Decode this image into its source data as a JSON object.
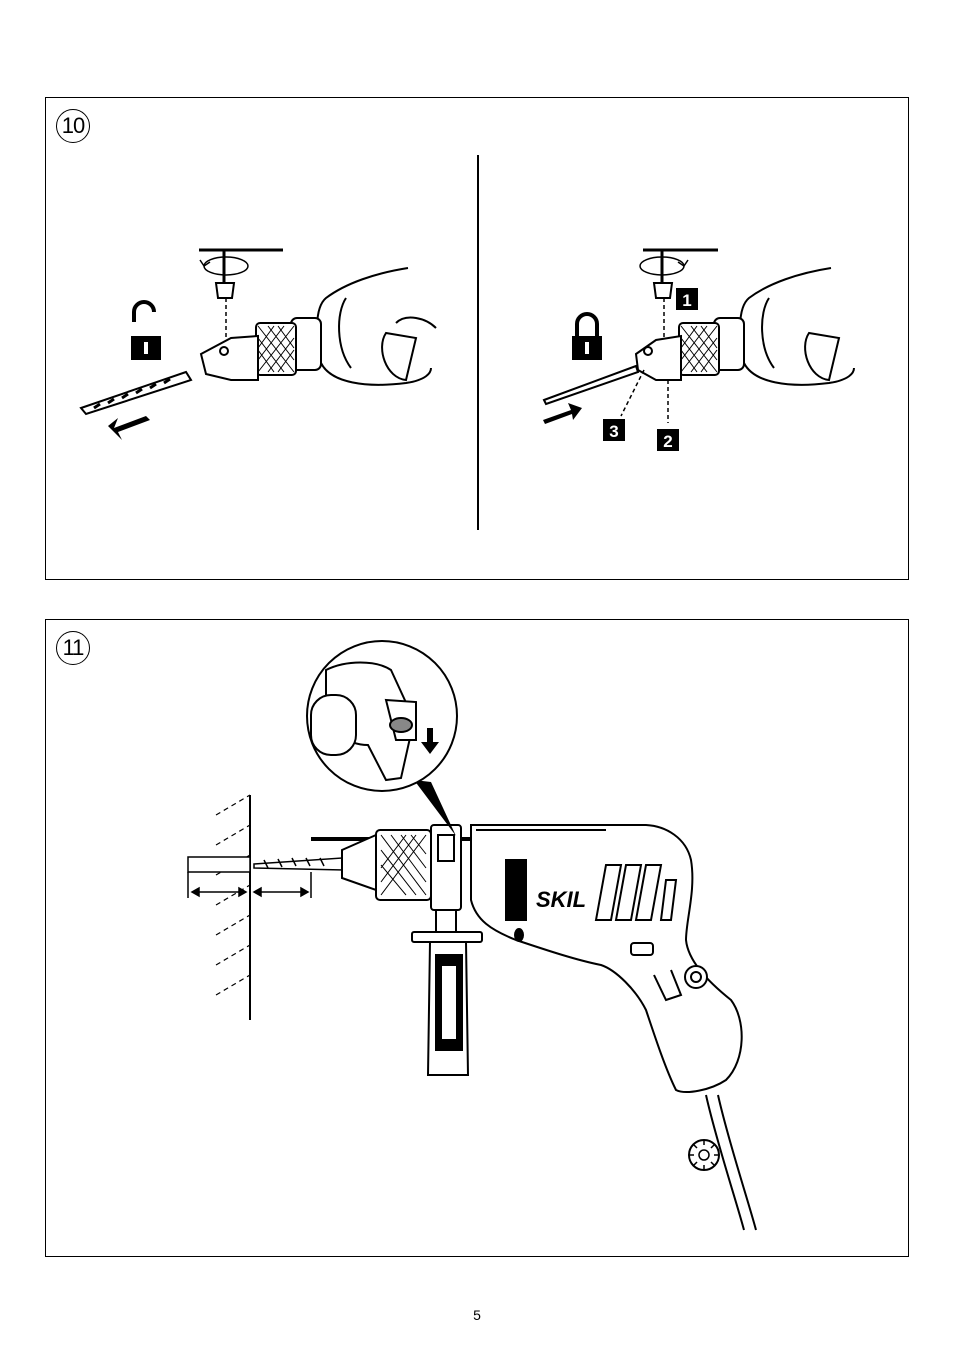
{
  "figures": [
    {
      "number": "10",
      "callouts": [
        "1",
        "2",
        "3"
      ]
    },
    {
      "number": "11",
      "brand": "SKIL"
    }
  ],
  "icons": [
    "padlock-open-icon",
    "padlock-closed-icon",
    "arrow-left-icon",
    "arrow-right-icon",
    "rotation-arrow-icon",
    "sun-gear-icon",
    "down-arrow-icon"
  ],
  "page_number": "5"
}
